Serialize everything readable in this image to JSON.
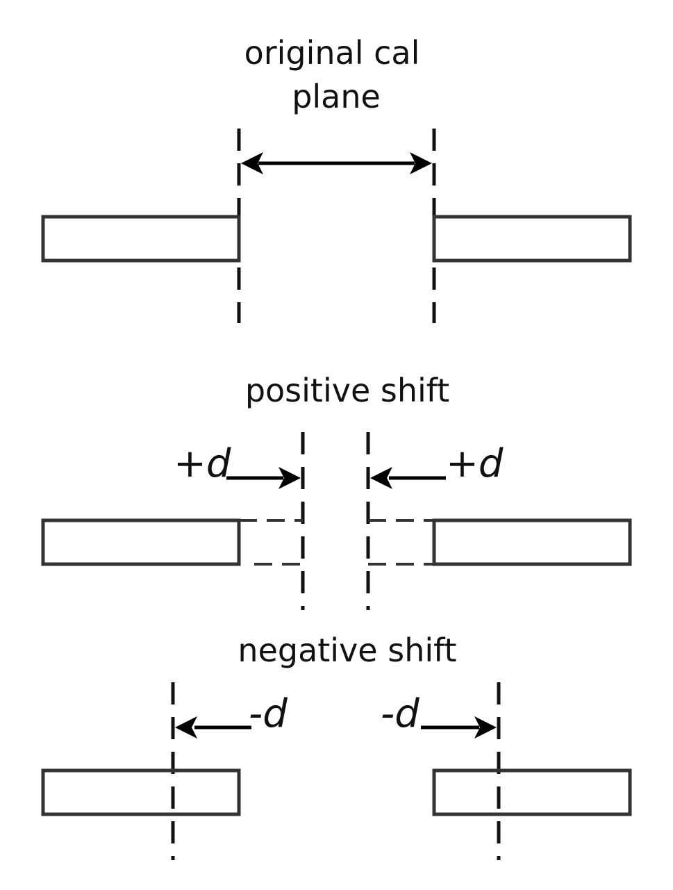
{
  "panels": {
    "original": {
      "title_line1": "original cal",
      "title_line2": "plane"
    },
    "positive": {
      "title": "positive shift",
      "left_label": "+d",
      "right_label": "+d"
    },
    "negative": {
      "title": "negative shift",
      "left_label": "-d",
      "right_label": "-d"
    }
  },
  "colors": {
    "stroke": "#333333",
    "arrow": "#000000",
    "text": "#111111",
    "background": "#ffffff"
  }
}
